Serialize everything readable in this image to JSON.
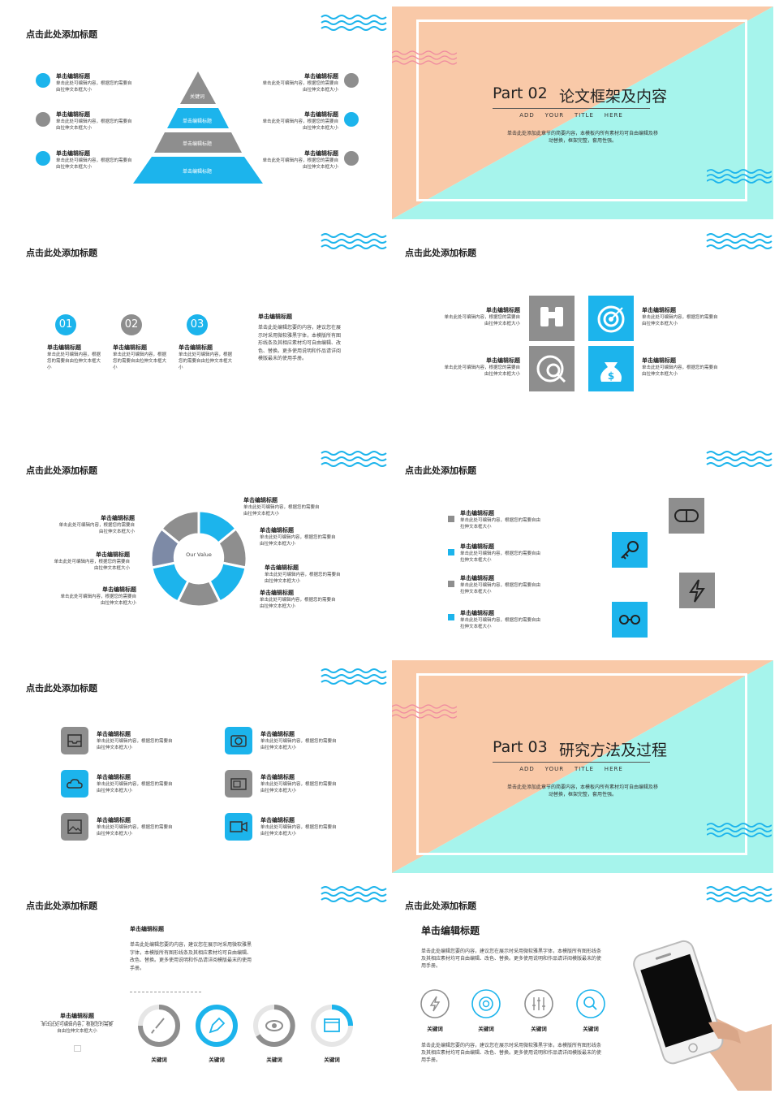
{
  "slide_title": "点击此处添加标题",
  "item_title": "单击编辑标题",
  "item_text": "单击此处可编辑内容，根据您的需要自由拉伸文本框大小",
  "item_text_short": "单击此处可编辑内容，根据您的需要自由拉伸文本框大小",
  "keyword": "关键词",
  "pyramid": [
    "关键词",
    "单击编辑标题",
    "单击编辑标题",
    "单击编辑标题"
  ],
  "part02": {
    "num": "Part 02",
    "name": "论文框架及内容",
    "sub": "ADD    YOUR    TITLE    HERE",
    "desc": "单击此处添加此章节的简要内容，本模板内所有素材均可自由编辑及移动替换，框架完整，套用性强。"
  },
  "part03": {
    "num": "Part 03",
    "name": "研究方法及过程",
    "sub": "ADD    YOUR    TITLE    HERE",
    "desc": "单击此处添加此章节的简要内容，本模板内所有素材均可自由编辑及移动替换，框架完整，套用性强。"
  },
  "numbers": [
    "01",
    "02",
    "03"
  ],
  "num_item_text": "单击此处可编辑内容，根据您的需要自由拉伸文本框大小",
  "num_para": "单击此处编辑您要的内容，建议您在展示时采用微软雅黑字体，本模版所有图形线条及其相应素材均可自由编辑、改色、替换。更多使用说明和作品请详阅模版最末的使用手册。",
  "our_value": "Our Value",
  "left_para": "单击此处编辑您要的内容，建议您在展示时采用微软雅黑字体，本模版所有图形线条及其相应素材均可自由编辑、改色、替换。更多使用说明和作品请详阅模版最末的使用手册。",
  "phone_para": "单击此处编辑您要的内容，建议您在展示时采用微软雅黑字体，本模版所有图形线条及其相应素材均可自由编辑、改色、替换。更多使用说明和作品请详阅模版最末的使用手册。",
  "colors": {
    "blue": "#1cb4ec",
    "gray": "#8e8e8e",
    "peach": "#f9c9a8",
    "mint": "#a6f4ec"
  }
}
